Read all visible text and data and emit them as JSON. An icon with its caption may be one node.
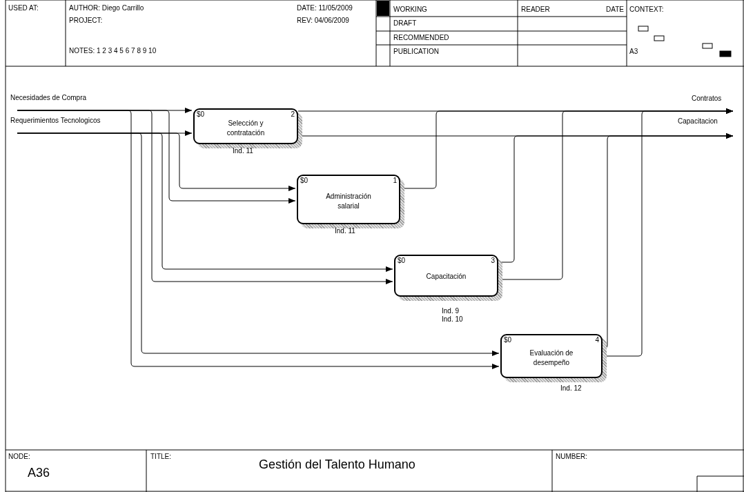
{
  "diagram": {
    "title": "Gestión del Talento Humano",
    "nodes": [
      {
        "text": [
          "Necesidades de Compra"
        ]
      },
      {
        "text": [
          "Requerimientos Tecnologicos"
        ]
      },
      {
        "text": [
          "$0",
          "2",
          "Selección y contratación"
        ],
        "beside": [
          "Ind. 11"
        ]
      },
      {
        "text": [
          "$0",
          "1",
          "Administración salarial"
        ],
        "beside": [
          "Ind. 11"
        ]
      },
      {
        "text": [
          "$0",
          "3",
          "Capacitación"
        ],
        "beside": [
          "Ind. 9",
          "Ind. 10"
        ]
      },
      {
        "text": [
          "$0",
          "4",
          "Evaluación de desempeño"
        ],
        "beside": [
          "Ind. 12"
        ]
      },
      {
        "text": [
          "Contratos"
        ]
      },
      {
        "text": [
          "Capacitacion"
        ]
      }
    ],
    "edges": [
      {
        "from": 0,
        "to": 2,
        "arrow": "to"
      },
      {
        "from": 1,
        "to": 2,
        "arrow": "to"
      },
      {
        "from": 0,
        "to": 3,
        "arrow": "to"
      },
      {
        "from": 1,
        "to": 3,
        "arrow": "to"
      },
      {
        "from": 0,
        "to": 4,
        "arrow": "to"
      },
      {
        "from": 1,
        "to": 4,
        "arrow": "to"
      },
      {
        "from": 0,
        "to": 5,
        "arrow": "to"
      },
      {
        "from": 1,
        "to": 5,
        "arrow": "to"
      },
      {
        "from": 2,
        "to": 6,
        "arrow": "to"
      },
      {
        "from": 2,
        "to": 7,
        "arrow": "to"
      },
      {
        "from": 3,
        "to": 6,
        "arrow": "to"
      },
      {
        "from": 4,
        "to": 7,
        "arrow": "to"
      },
      {
        "from": 4,
        "to": 6,
        "arrow": "to"
      },
      {
        "from": 5,
        "to": 7,
        "arrow": "to"
      },
      {
        "from": 5,
        "to": 6,
        "arrow": "to"
      }
    ],
    "labels": [
      "USED AT:",
      "AUTHOR: Diego Carrillo",
      "PROJECT:",
      "NOTES: 1 2 3 4 5 6 7 8 9 10",
      "DATE: 11/05/2009",
      "REV: 04/06/2009",
      "WORKING",
      "DRAFT",
      "RECOMMENDED",
      "PUBLICATION",
      "READER",
      "DATE",
      "CONTEXT:",
      "A3",
      "NODE:",
      "A36",
      "TITLE:",
      "NUMBER:"
    ]
  }
}
